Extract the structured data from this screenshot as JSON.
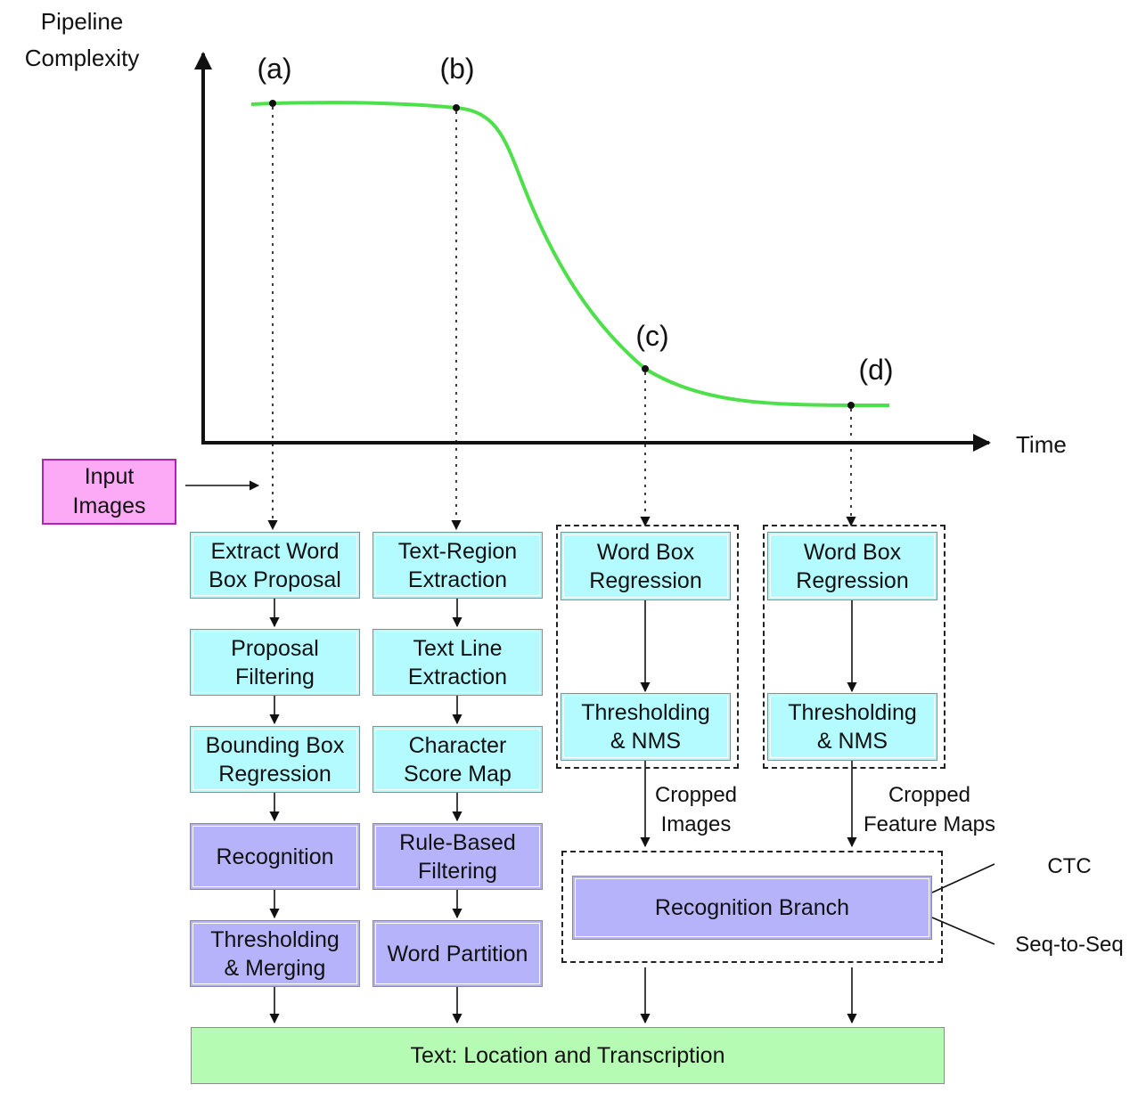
{
  "chart": {
    "y_axis_label": "Pipeline\nComplexity",
    "x_axis_label": "Time",
    "points": [
      {
        "id": "a",
        "label": "(a)"
      },
      {
        "id": "b",
        "label": "(b)"
      },
      {
        "id": "c",
        "label": "(c)"
      },
      {
        "id": "d",
        "label": "(d)"
      }
    ],
    "curve_color": "#4ee04a"
  },
  "input": {
    "label": "Input\nImages"
  },
  "pipeline_a": {
    "steps": [
      "Extract Word\nBox Proposal",
      "Proposal\nFiltering",
      "Bounding Box\nRegression",
      "Recognition",
      "Thresholding\n& Merging"
    ]
  },
  "pipeline_b": {
    "steps": [
      "Text-Region\nExtraction",
      "Text Line\nExtraction",
      "Character\nScore Map",
      "Rule-Based\nFiltering",
      "Word Partition"
    ]
  },
  "pipeline_c": {
    "steps": [
      "Word Box\nRegression",
      "Thresholding\n& NMS"
    ],
    "transfer_label": "Cropped\nImages"
  },
  "pipeline_d": {
    "steps": [
      "Word Box\nRegression",
      "Thresholding\n& NMS"
    ],
    "transfer_label": "Cropped\nFeature Maps"
  },
  "recognition_branch": {
    "label": "Recognition Branch",
    "options": [
      "CTC",
      "Seq-to-Seq"
    ]
  },
  "output": {
    "label": "Text: Location and Transcription"
  },
  "colors": {
    "detection": "#b3fbff",
    "recognition": "#b6b3fb",
    "input": "#fdaaf6",
    "output": "#b6fbb3"
  }
}
